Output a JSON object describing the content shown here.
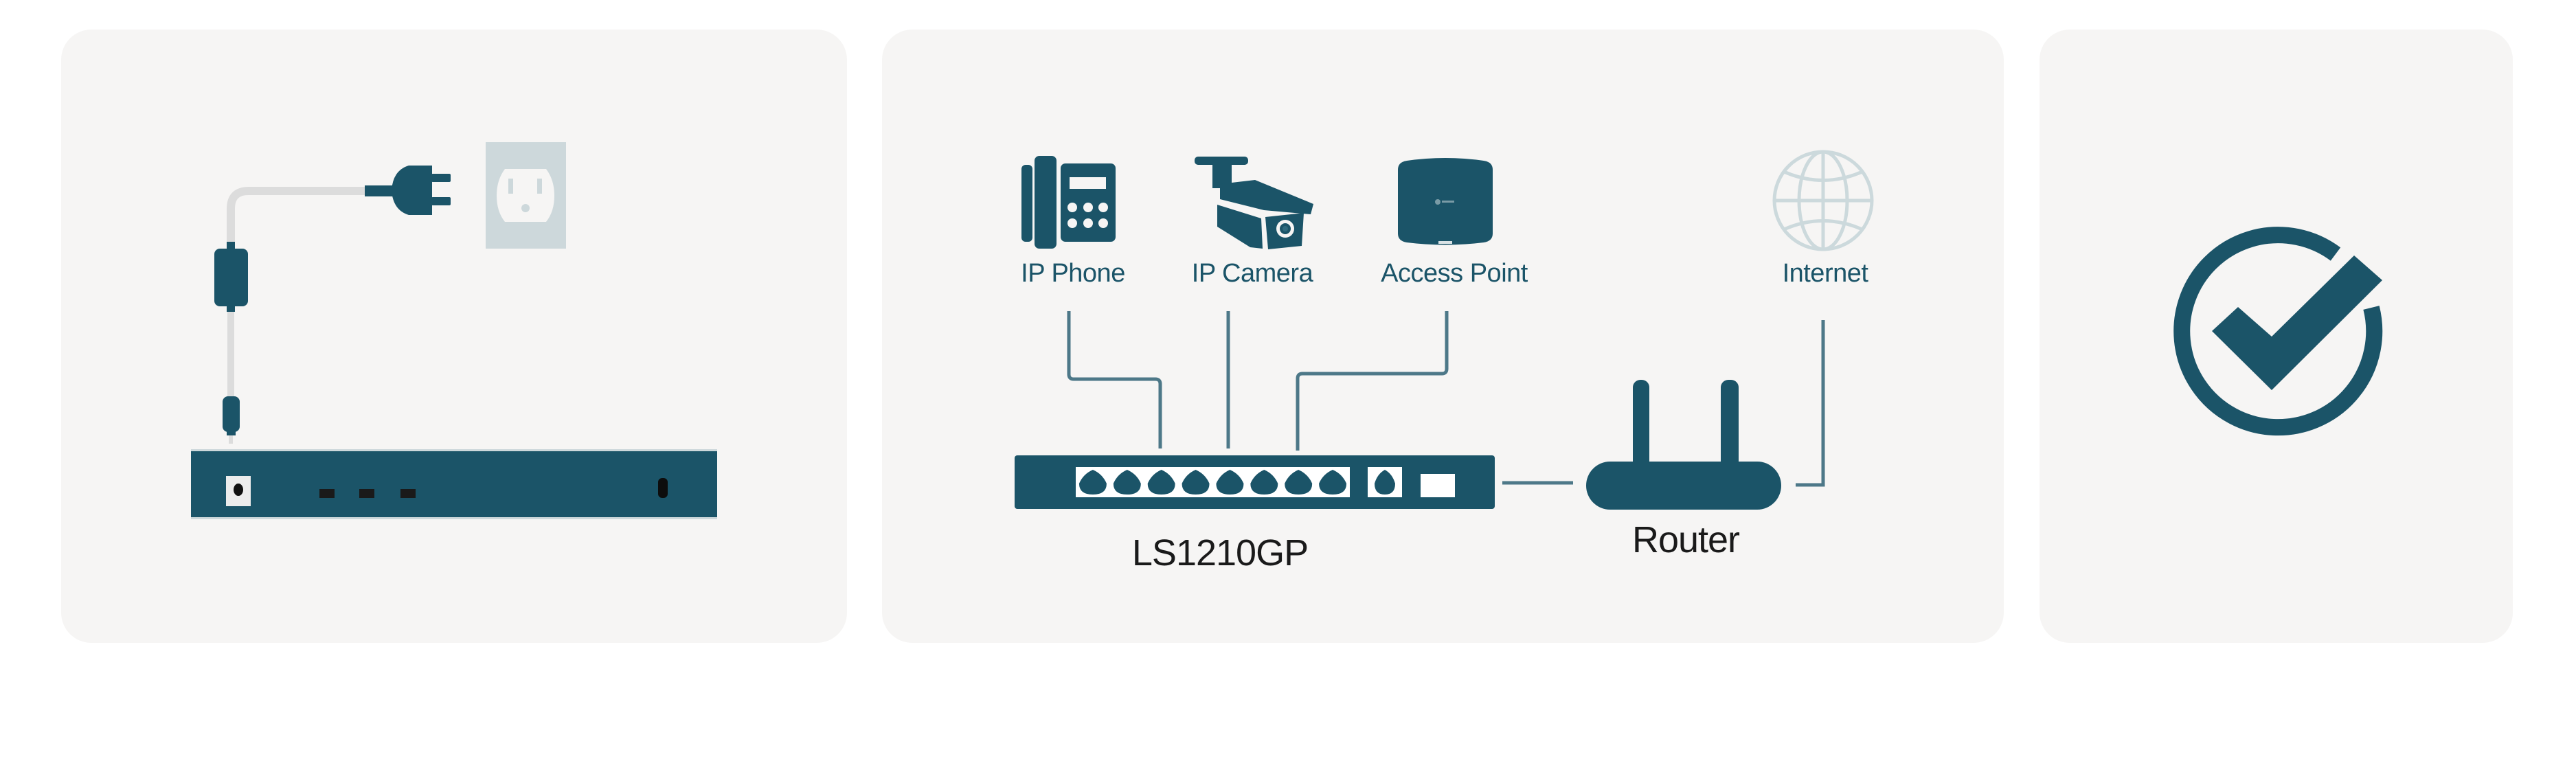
{
  "theme": {
    "page_bg": "#ffffff",
    "panel_bg": "#f6f5f4",
    "primary": "#1b5468",
    "line": "#4d7888",
    "cable": "#dcdcdc",
    "outlet_plate": "#cdd8db",
    "globe": "#ccd9dc",
    "label_dark": "#1a1a1a",
    "port_bg": "#ffffff"
  },
  "panels": {
    "power": {
      "icons": [
        "power-outlet-icon",
        "power-plug-icon",
        "power-adapter-icon",
        "dc-plug-icon",
        "device-rear-panel"
      ]
    },
    "topology": {
      "devices": [
        {
          "id": "ip-phone",
          "label": "IP Phone",
          "icon": "ip-phone-icon"
        },
        {
          "id": "ip-camera",
          "label": "IP Camera",
          "icon": "ip-camera-icon"
        },
        {
          "id": "access-point",
          "label": "Access Point",
          "icon": "access-point-icon"
        },
        {
          "id": "internet",
          "label": "Internet",
          "icon": "globe-icon"
        }
      ],
      "switch": {
        "label": "LS1210GP",
        "poe_ports": 8,
        "uplink_ports": 1,
        "sfp_slots": 1
      },
      "router": {
        "label": "Router",
        "antennas": 2
      },
      "connections": [
        {
          "from": "ip-phone",
          "to": "switch-port",
          "port": 3
        },
        {
          "from": "ip-camera",
          "to": "switch-port",
          "port": 5
        },
        {
          "from": "access-point",
          "to": "switch-port",
          "port": 7
        },
        {
          "from": "switch",
          "to": "router"
        },
        {
          "from": "router",
          "to": "internet"
        }
      ]
    },
    "done": {
      "icon": "check-circle-icon"
    }
  }
}
